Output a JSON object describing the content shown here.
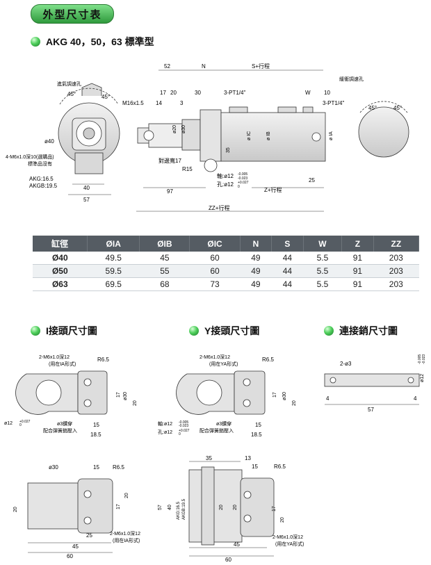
{
  "header": {
    "title": "外型尺寸表"
  },
  "section_main": {
    "title": "AKG 40，50，63 標準型"
  },
  "main_drawing": {
    "dims_top": [
      "52",
      "N",
      "S+行程"
    ],
    "buffer_label": "緩衝調速孔",
    "air_label": "進氣調速孔",
    "angle": "45°",
    "labels": {
      "m16": "M16x1.5",
      "d17": "17",
      "d20": "20",
      "d30": "30",
      "d14": "14",
      "d3": "3",
      "pt1": "3-PT1/4\"",
      "pt2": "3-PT1/4\"",
      "w": "W",
      "d10": "10",
      "phi20": "ø20",
      "phi30": "ø30",
      "d35": "35",
      "phiIC": "ø IC",
      "phiIB": "ø IB",
      "phiIA": "ø IA",
      "across": "對邊寬17",
      "r15": "R15",
      "phi40": "ø40",
      "m6": "4-M6x1.0深10(選購品)",
      "std": "標準品沒有",
      "akg": "AKG:16.5",
      "akgb": "AKGB:19.5",
      "d40": "40",
      "d57": "57",
      "d97": "97",
      "d25": "25",
      "shaft": "軸:ø12",
      "shaft_tol": [
        "-0.005",
        "-0.023"
      ],
      "hole": "孔:ø12",
      "hole_tol": [
        "+0.027",
        "0"
      ],
      "zstroke": "Z+行程",
      "zz": "ZZ+行程"
    }
  },
  "spec_table": {
    "headers": [
      "缸徑",
      "ØIA",
      "ØIB",
      "ØIC",
      "N",
      "S",
      "W",
      "Z",
      "ZZ"
    ],
    "rows": [
      [
        "Ø40",
        "49.5",
        "45",
        "60",
        "49",
        "44",
        "5.5",
        "91",
        "203"
      ],
      [
        "Ø50",
        "59.5",
        "55",
        "60",
        "49",
        "44",
        "5.5",
        "91",
        "203"
      ],
      [
        "Ø63",
        "69.5",
        "68",
        "73",
        "49",
        "44",
        "5.5",
        "91",
        "203"
      ]
    ]
  },
  "section_i": {
    "title": "I接頭尺寸圖"
  },
  "section_y": {
    "title": "Y接頭尺寸圖"
  },
  "section_pin": {
    "title": "連接銷尺寸圖"
  },
  "i_drawing": {
    "m6": "2-M6x1.0深12",
    "m6_note": "(用在IA形式)",
    "r65": "R6.5",
    "d17": "17",
    "phi30": "ø30",
    "d20": "20",
    "d15": "15",
    "d185": "18.5",
    "phi12": "ø12",
    "phi12_tol": [
      "+0.027",
      "0"
    ],
    "fit": "ø3鑽穿",
    "fit_note": "配合彈簧銷壓入"
  },
  "y_drawing": {
    "m6": "2-M6x1.0深12",
    "m6_note": "(用在YA形式)",
    "r65": "R6.5",
    "d17": "17",
    "phi30": "ø30",
    "d20": "20",
    "d15": "15",
    "d185": "18.5",
    "shaft": "軸:ø12",
    "shaft_tol": [
      "-0.005",
      "-0.023"
    ],
    "hole": "孔:ø12",
    "hole_tol": [
      "+0.027",
      "0"
    ],
    "fit": "ø3鑽穿",
    "fit_note": "配合彈簧銷壓入"
  },
  "pin_drawing": {
    "holes": "2-ø3",
    "phi12": "ø12",
    "phi12_tol": [
      "-0.005",
      "-0.023"
    ],
    "d4a": "4",
    "d4b": "4",
    "d57": "57"
  },
  "i_side": {
    "phi30": "ø30",
    "d15": "15",
    "r65": "R6.5",
    "d20": "20",
    "d17": "17",
    "d20b": "20",
    "d25": "25",
    "d45": "45",
    "d60": "60",
    "m6": "2-M6x1.0深12",
    "m6_note": "(用在IA形式)"
  },
  "y_side": {
    "d35": "35",
    "d13": "13",
    "d15": "15",
    "r65": "R6.5",
    "d57": "57",
    "d40": "40",
    "akg": "AKG:16.5",
    "akgb": "AKGB:19.5",
    "d20": "20",
    "d20b": "20",
    "d17": "17",
    "d20c": "20",
    "d45": "45",
    "d60": "60",
    "m6": "2-M6x1.0深12",
    "m6_note": "(用在YA形式)"
  }
}
